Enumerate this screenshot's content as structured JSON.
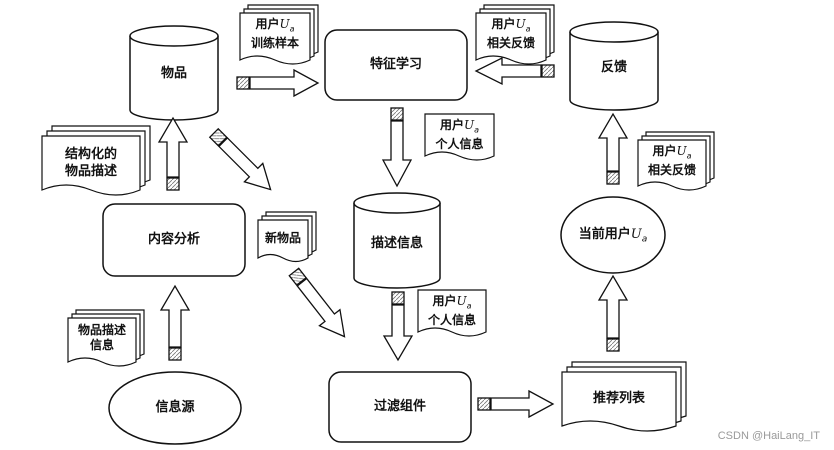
{
  "nodes": {
    "items_db": "物品",
    "feature_learning": "特征学习",
    "feedback_db": "反馈",
    "content_analysis": "内容分析",
    "description_db": "描述信息",
    "current_user": "当前用户",
    "current_user_sub": "a",
    "info_source": "信息源",
    "filter_component": "过滤组件",
    "recommend_list": "推荐列表"
  },
  "docs": {
    "train_sample_user": "用户",
    "train_sample_sub": "a",
    "train_sample_label": "训练样本",
    "feedback_top_user": "用户",
    "feedback_top_sub": "a",
    "feedback_top_label": "相关反馈",
    "structured_desc_line1": "结构化的",
    "structured_desc_line2": "物品描述",
    "personal_info_top_user": "用户",
    "personal_info_top_sub": "a",
    "personal_info_top_label": "个人信息",
    "new_items": "新物品",
    "feedback_right_user": "用户",
    "feedback_right_sub": "a",
    "feedback_right_label": "相关反馈",
    "personal_info_mid_user": "用户",
    "personal_info_mid_sub": "a",
    "personal_info_mid_label": "个人信息",
    "item_desc_line1": "物品描述",
    "item_desc_line2": "信息"
  },
  "watermark": "CSDN @HaiLang_IT"
}
